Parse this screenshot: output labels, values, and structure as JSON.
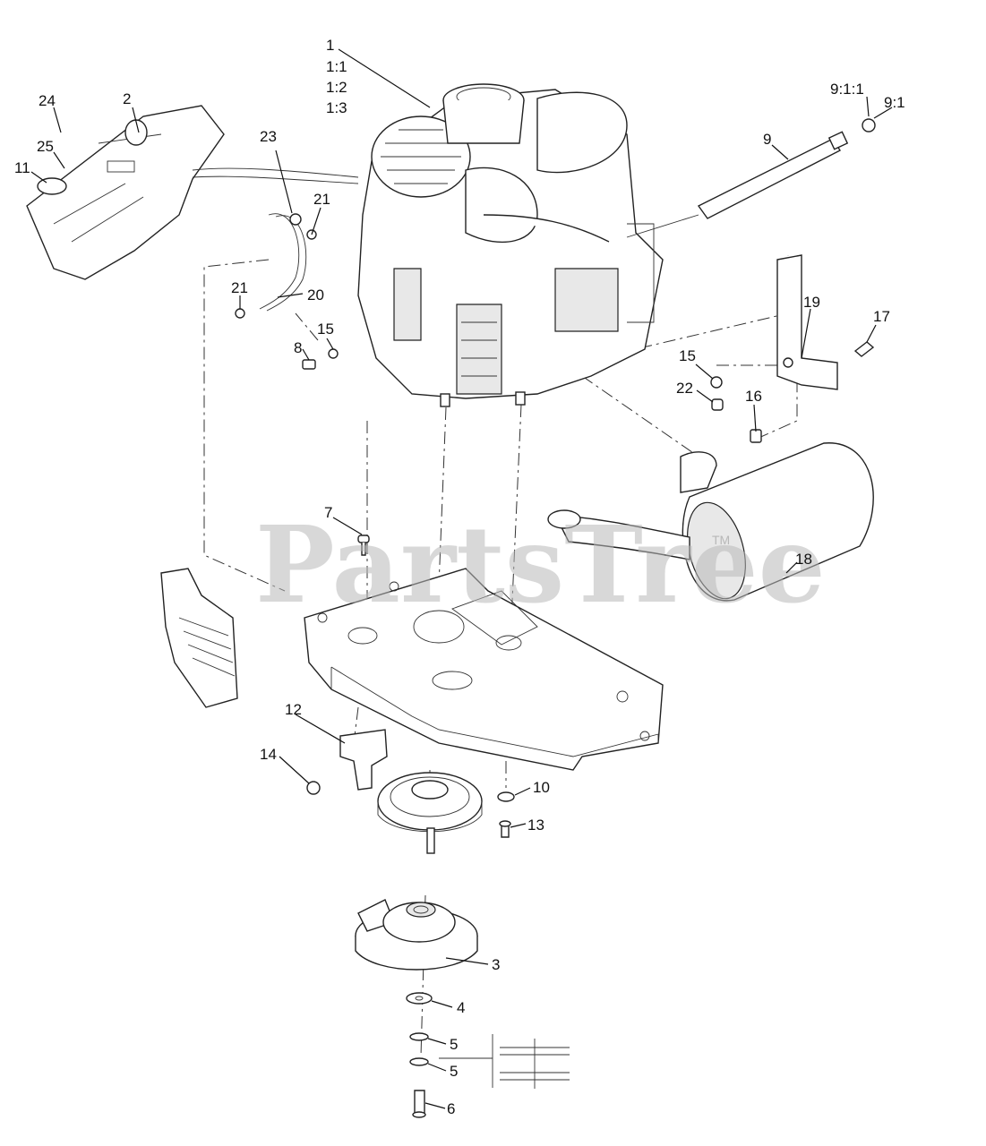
{
  "watermark": {
    "text": "PartsTree",
    "tm": "TM"
  },
  "callouts": {
    "c1": "1",
    "c1_1": "1:1",
    "c1_2": "1:2",
    "c1_3": "1:3",
    "c2": "2",
    "c3": "3",
    "c4": "4",
    "c5a": "5",
    "c5b": "5",
    "c6": "6",
    "c7": "7",
    "c8": "8",
    "c9": "9",
    "c9_1": "9:1",
    "c9_1_1": "9:1:1",
    "c10": "10",
    "c11": "11",
    "c12": "12",
    "c13": "13",
    "c14": "14",
    "c15a": "15",
    "c15b": "15",
    "c16": "16",
    "c17": "17",
    "c18": "18",
    "c19": "19",
    "c20": "20",
    "c21a": "21",
    "c21b": "21",
    "c22": "22",
    "c23": "23",
    "c24": "24",
    "c25": "25"
  }
}
